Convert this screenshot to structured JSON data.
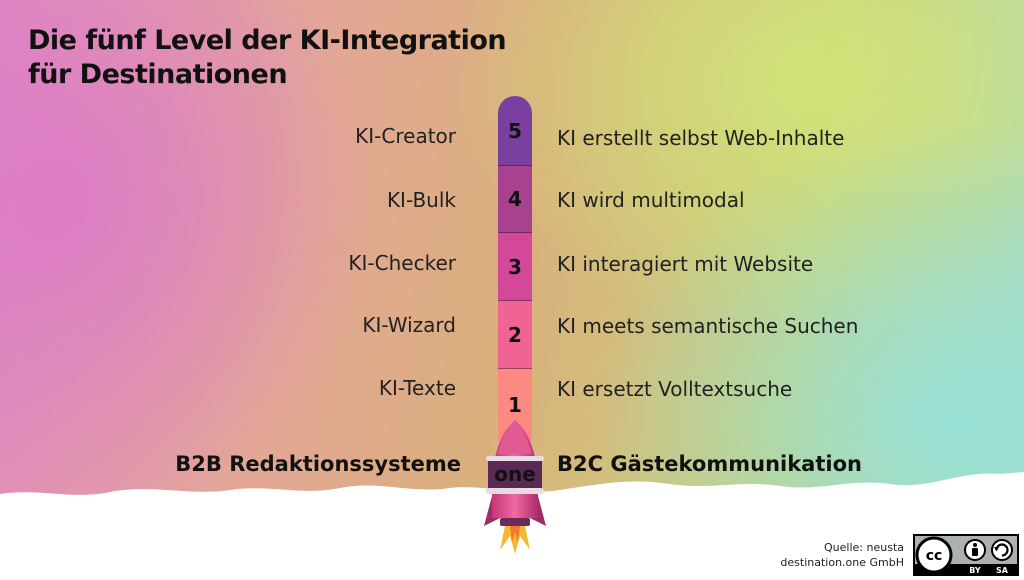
{
  "title_lines": [
    "Die fünf Level der KI-Integration",
    "für Destinationen"
  ],
  "levels": [
    {
      "number": "5",
      "name": "KI-Creator",
      "description": "KI erstellt selbst Web-Inhalte",
      "color": "#7b3fa0"
    },
    {
      "number": "4",
      "name": "KI-Bulk",
      "description": "KI wird multimodal",
      "color": "#a8428f"
    },
    {
      "number": "3",
      "name": "KI-Checker",
      "description": "KI interagiert mit Website",
      "color": "#d4489a"
    },
    {
      "number": "2",
      "name": "KI-Wizard",
      "description": "KI meets semantische Suchen",
      "color": "#f06493"
    },
    {
      "number": "1",
      "name": "KI-Texte",
      "description": "KI ersetzt Volltextsuche",
      "color": "#fb8a80"
    }
  ],
  "footer": {
    "left": "B2B Redaktionssysteme",
    "right": "B2C Gästekommunikation"
  },
  "rocket_label": "one",
  "source": [
    "Quelle: neusta",
    "destination.one GmbH"
  ],
  "license": {
    "cc": "cc",
    "by": "BY",
    "sa": "SA"
  }
}
